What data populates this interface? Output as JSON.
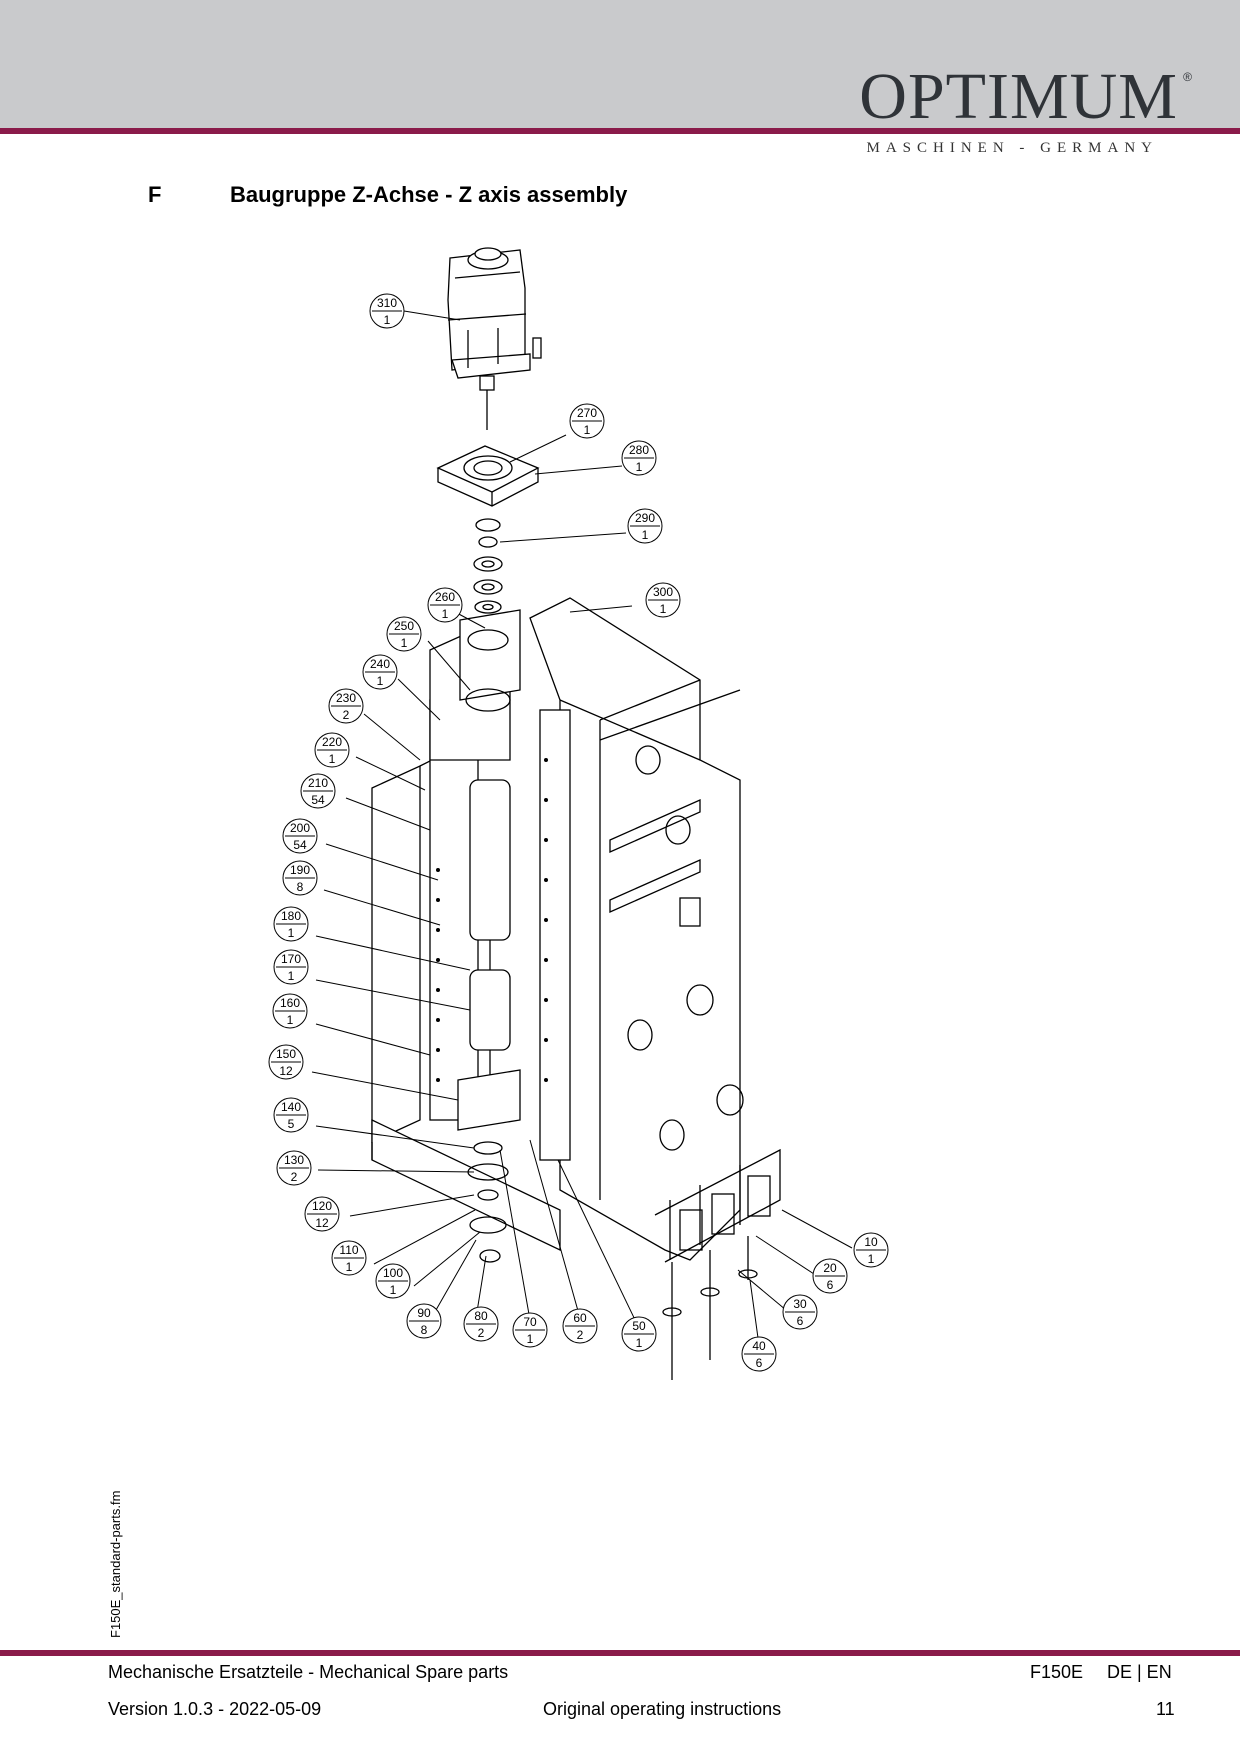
{
  "header": {
    "logo": "OPTIMUM",
    "logo_mark": "®",
    "tagline": "MASCHINEN - GERMANY"
  },
  "section": {
    "letter": "F",
    "title": "Baugruppe Z-Achse - Z axis assembly"
  },
  "callouts": [
    {
      "top": "310",
      "bottom": "1"
    },
    {
      "top": "270",
      "bottom": "1"
    },
    {
      "top": "280",
      "bottom": "1"
    },
    {
      "top": "290",
      "bottom": "1"
    },
    {
      "top": "300",
      "bottom": "1"
    },
    {
      "top": "260",
      "bottom": "1"
    },
    {
      "top": "250",
      "bottom": "1"
    },
    {
      "top": "240",
      "bottom": "1"
    },
    {
      "top": "230",
      "bottom": "2"
    },
    {
      "top": "220",
      "bottom": "1"
    },
    {
      "top": "210",
      "bottom": "54"
    },
    {
      "top": "200",
      "bottom": "54"
    },
    {
      "top": "190",
      "bottom": "8"
    },
    {
      "top": "180",
      "bottom": "1"
    },
    {
      "top": "170",
      "bottom": "1"
    },
    {
      "top": "160",
      "bottom": "1"
    },
    {
      "top": "150",
      "bottom": "12"
    },
    {
      "top": "140",
      "bottom": "5"
    },
    {
      "top": "130",
      "bottom": "2"
    },
    {
      "top": "120",
      "bottom": "12"
    },
    {
      "top": "110",
      "bottom": "1"
    },
    {
      "top": "100",
      "bottom": "1"
    },
    {
      "top": "90",
      "bottom": "8"
    },
    {
      "top": "80",
      "bottom": "2"
    },
    {
      "top": "70",
      "bottom": "1"
    },
    {
      "top": "60",
      "bottom": "2"
    },
    {
      "top": "50",
      "bottom": "1"
    },
    {
      "top": "10",
      "bottom": "1"
    },
    {
      "top": "20",
      "bottom": "6"
    },
    {
      "top": "30",
      "bottom": "6"
    },
    {
      "top": "40",
      "bottom": "6"
    }
  ],
  "side_label": "F150E_standard-parts.fm",
  "footer": {
    "left_top": "Mechanische Ersatzteile - Mechanical Spare parts",
    "model": "F150E",
    "languages": "DE | EN",
    "version": "Version 1.0.3 - 2022-05-09",
    "center": "Original operating instructions",
    "page": "11"
  }
}
